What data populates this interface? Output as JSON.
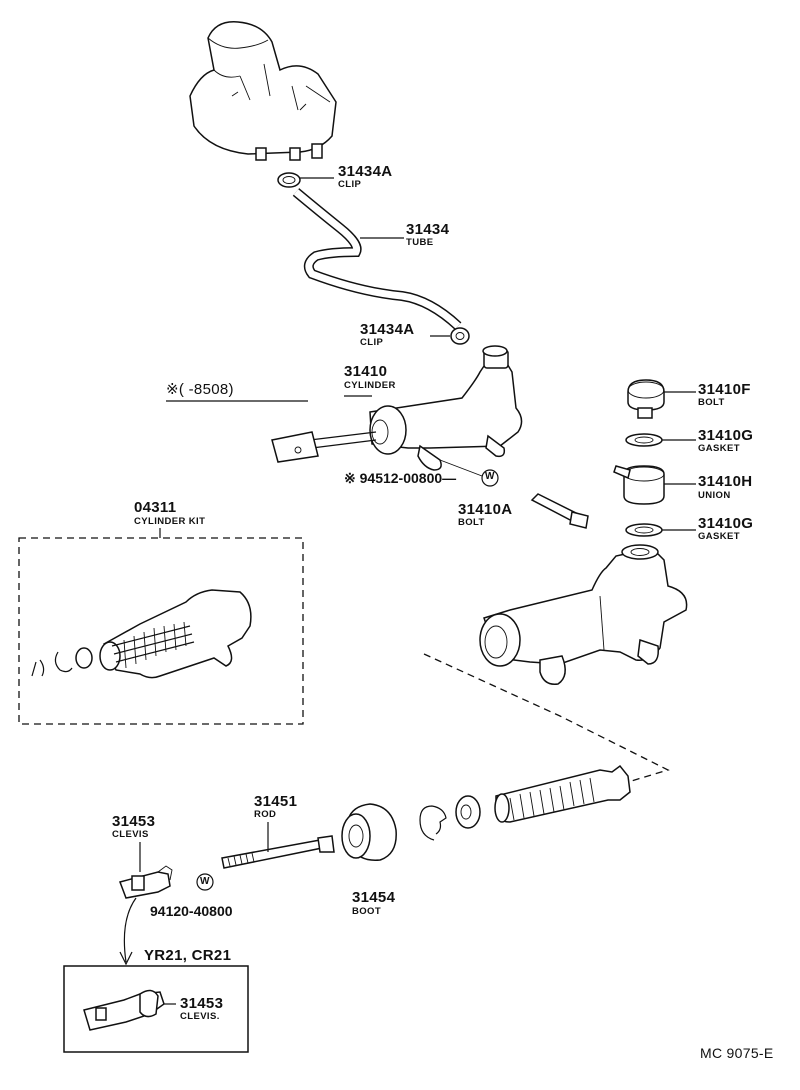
{
  "labels": {
    "p31434A_top": {
      "pn": "31434A",
      "name": "CLIP"
    },
    "p31434": {
      "pn": "31434",
      "name": "TUBE"
    },
    "p31434A_mid": {
      "pn": "31434A",
      "name": "CLIP"
    },
    "p31410": {
      "pn": "31410",
      "name": "CYLINDER"
    },
    "note_range": "※(      -8508)",
    "p94512": "※ 94512-00800—",
    "p31410F": {
      "pn": "31410F",
      "name": "BOLT"
    },
    "p31410G_top": {
      "pn": "31410G",
      "name": "GASKET"
    },
    "p31410H": {
      "pn": "31410H",
      "name": "UNION"
    },
    "p31410A": {
      "pn": "31410A",
      "name": "BOLT"
    },
    "p31410G_bot": {
      "pn": "31410G",
      "name": "GASKET"
    },
    "p04311": {
      "pn": "04311",
      "name": "CYLINDER KIT"
    },
    "p31453": {
      "pn": "31453",
      "name": "CLEVIS"
    },
    "p31451": {
      "pn": "31451",
      "name": "ROD"
    },
    "p31454": {
      "pn": "31454",
      "name": "BOOT"
    },
    "p94120": "94120-40800",
    "variant": "YR21, CR21",
    "p31453_var": {
      "pn": "31453",
      "name": "CLEVIS."
    },
    "w_mark": "W",
    "code": "MC 9075-E"
  }
}
